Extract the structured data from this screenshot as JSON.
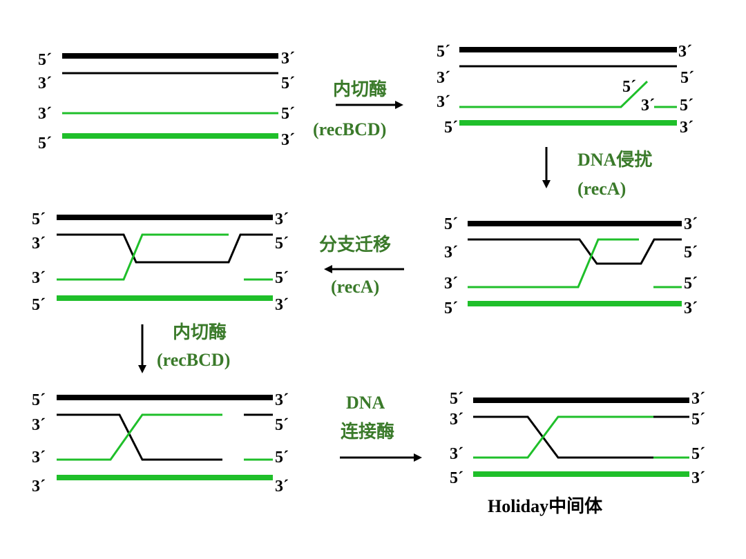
{
  "colors": {
    "strand_black": "#000000",
    "strand_green": "#1fbf2a",
    "step_text": "#3a7a2a",
    "arrow": "#000000"
  },
  "labels": {
    "five": "5´",
    "three": "3´"
  },
  "steps": {
    "endonuclease_1": {
      "name": "内切酶",
      "enzyme": "(recBCD)"
    },
    "invasion": {
      "name": "DNA侵扰",
      "enzyme": "(recA)"
    },
    "branch_migration": {
      "name": "分支迁移",
      "enzyme": "(recA)"
    },
    "endonuclease_2": {
      "name": "内切酶",
      "enzyme": "(recBCD)"
    },
    "ligase": {
      "name": "DNA",
      "name2": "连接酶"
    }
  },
  "caption": "Holiday中间体"
}
